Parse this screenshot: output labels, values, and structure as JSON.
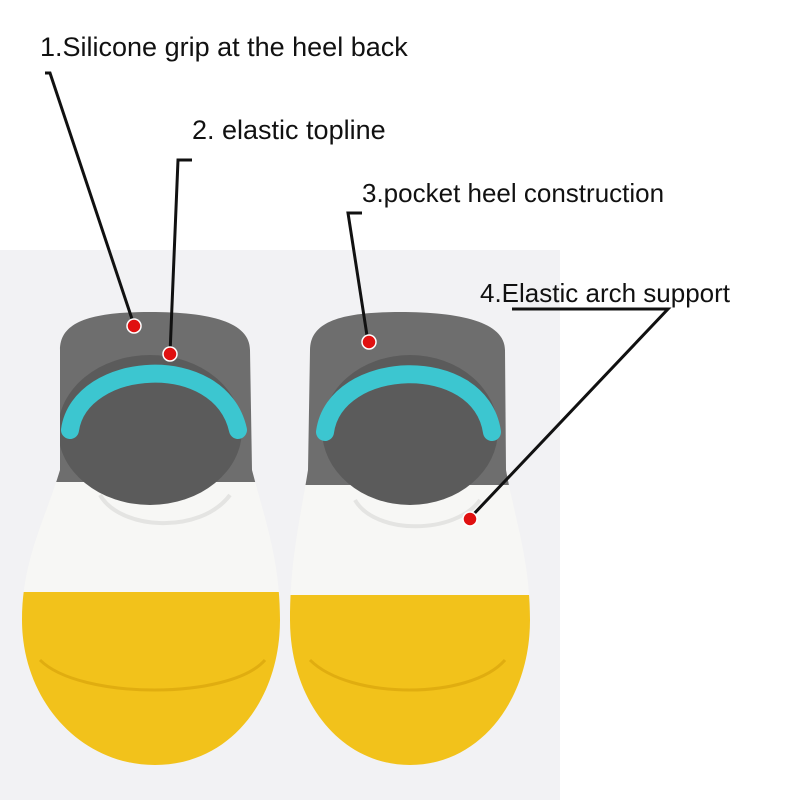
{
  "callouts": [
    {
      "label": "1.Silicone grip at the heel back"
    },
    {
      "label": "2. elastic topline"
    },
    {
      "label": "3.pocket heel construction"
    },
    {
      "label": "4.Elastic arch support"
    }
  ],
  "colors": {
    "sock_gray": "#6e6e6e",
    "sock_inner": "#5a5a5a",
    "topline_cyan": "#3cc6d0",
    "sock_white": "#f7f7f5",
    "sock_yellow": "#f2c21b",
    "marker_red": "#e01010",
    "leader_line": "#111111"
  }
}
